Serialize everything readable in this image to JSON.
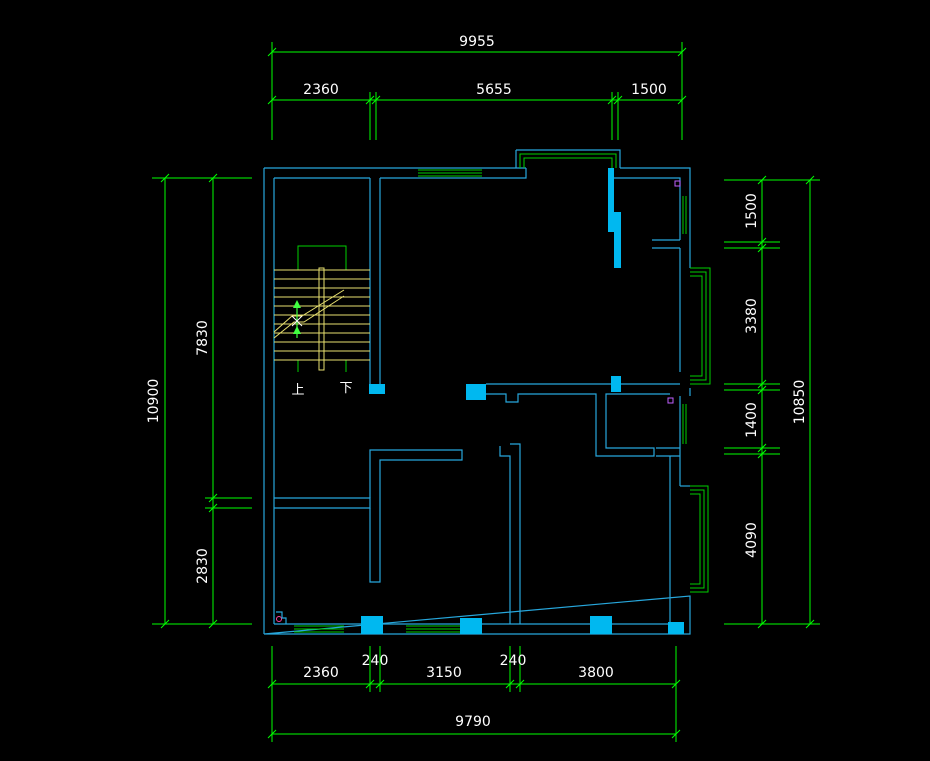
{
  "dimensions": {
    "top_total": "9955",
    "top_segments": [
      "2360",
      "5655",
      "1500"
    ],
    "bottom_segments": [
      "2360",
      "240",
      "3150",
      "240",
      "3800"
    ],
    "bottom_total": "9790",
    "left_total": "10900",
    "left_segments": [
      "7830",
      "2830"
    ],
    "right_segments": [
      "1500",
      "3380",
      "1400",
      "4090"
    ],
    "right_total": "10850"
  },
  "stair_labels": {
    "up": "上",
    "down": "下"
  },
  "colors": {
    "background": "#000000",
    "dimension_line": "#00ff00",
    "wall": "#27a7dc",
    "column": "#00b8f0",
    "window": "#00d000",
    "stair": "#e8e070",
    "text": "#ffffff"
  }
}
